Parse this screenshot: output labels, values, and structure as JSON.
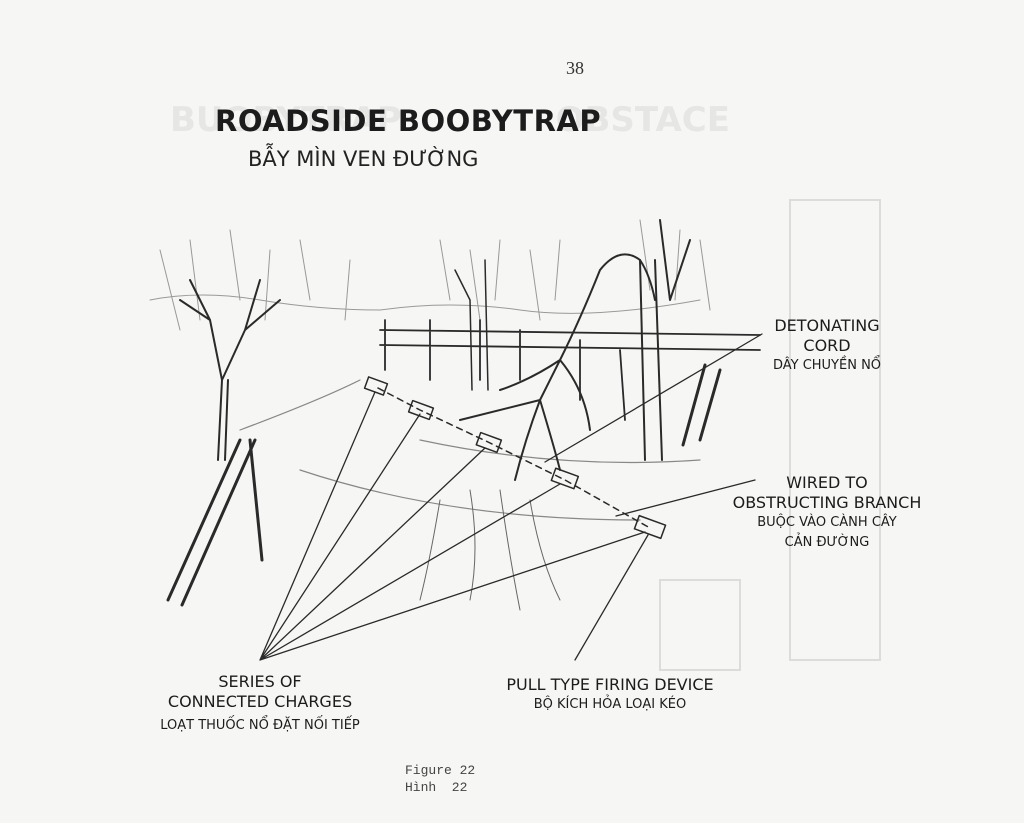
{
  "page_number": "38",
  "title": "ROADSIDE BOOBYTRAP",
  "subtitle": "BẪY MÌN VEN ĐƯỜNG",
  "labels": {
    "detonating_cord": {
      "en1": "DETONATING",
      "en2": "CORD",
      "vn": "DÂY CHUYỀN NỔ"
    },
    "wired_to": {
      "en1": "WIRED TO",
      "en2": "OBSTRUCTING BRANCH",
      "vn1": "BUỘC VÀO CÀNH CÂY",
      "vn2": "CẢN ĐƯỜNG"
    },
    "series": {
      "en1": "SERIES OF",
      "en2": "CONNECTED CHARGES",
      "vn": "LOẠT THUỐC NỔ ĐẶT NỐI TIẾP"
    },
    "pull_type": {
      "en": "PULL TYPE FIRING DEVICE",
      "vn": "BỘ KÍCH HỎA LOẠI KÉO"
    }
  },
  "caption": {
    "line1": "Figure 22",
    "line2": "Hình  22"
  }
}
